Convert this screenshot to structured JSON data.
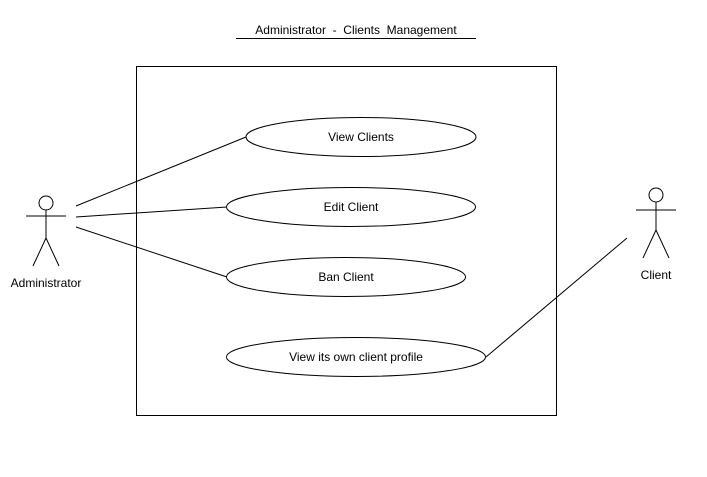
{
  "diagram": {
    "title": "Administrator  -  Clients  Management",
    "actors": {
      "administrator": {
        "label": "Administrator"
      },
      "client": {
        "label": "Client"
      }
    },
    "use_cases": {
      "view_clients": "View Clients",
      "edit_client": "Edit Client",
      "ban_client": "Ban Client",
      "view_own_profile": "View its own client profile"
    },
    "associations": [
      {
        "from": "Administrator",
        "to": "View Clients"
      },
      {
        "from": "Administrator",
        "to": "Edit Client"
      },
      {
        "from": "Administrator",
        "to": "Ban Client"
      },
      {
        "from": "Client",
        "to": "View its own client profile"
      }
    ]
  }
}
